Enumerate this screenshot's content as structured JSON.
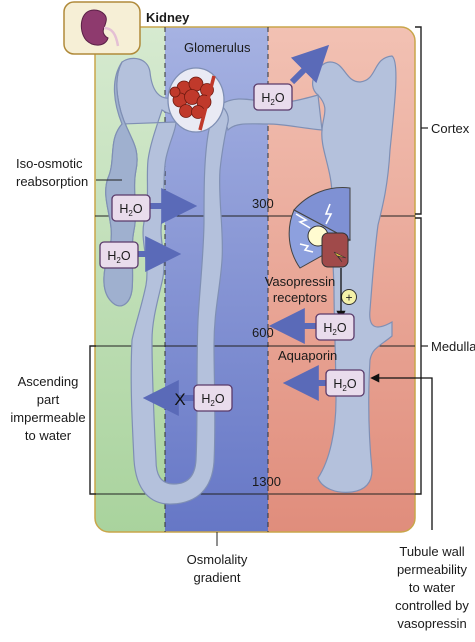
{
  "title": "Kidney",
  "labels": {
    "glomerulus": "Glomerulus",
    "iso_line1": "Iso-osmotic",
    "iso_line2": "reabsorption",
    "vaso_line1": "Vasopressin",
    "vaso_line2": "receptors",
    "aquaporin": "Aquaporin",
    "ascending": [
      "Ascending",
      "part",
      "impermeable",
      "to water"
    ],
    "osmolality": [
      "Osmolality",
      "gradient"
    ],
    "tubule": [
      "Tubule wall",
      "permeability",
      "to water",
      "controlled by",
      "vasopressin"
    ]
  },
  "regions": {
    "cortex": "Cortex",
    "medulla": "Medulla"
  },
  "gradient_values": [
    "300",
    "600",
    "1300"
  ],
  "h2o": {
    "main": "H",
    "sub": "2",
    "tail": "O"
  },
  "plus_sign": "+",
  "block_mark": "X",
  "colors": {
    "green_zone": "#bfdcb4",
    "blue_zone": "#7f91d4",
    "red_zone": "#e7a394",
    "tubule": "#b4c1dc",
    "tubule_outline": "#7f8fb4",
    "arrow": "#5a6ab8",
    "glomerulus": "#c0392b"
  }
}
